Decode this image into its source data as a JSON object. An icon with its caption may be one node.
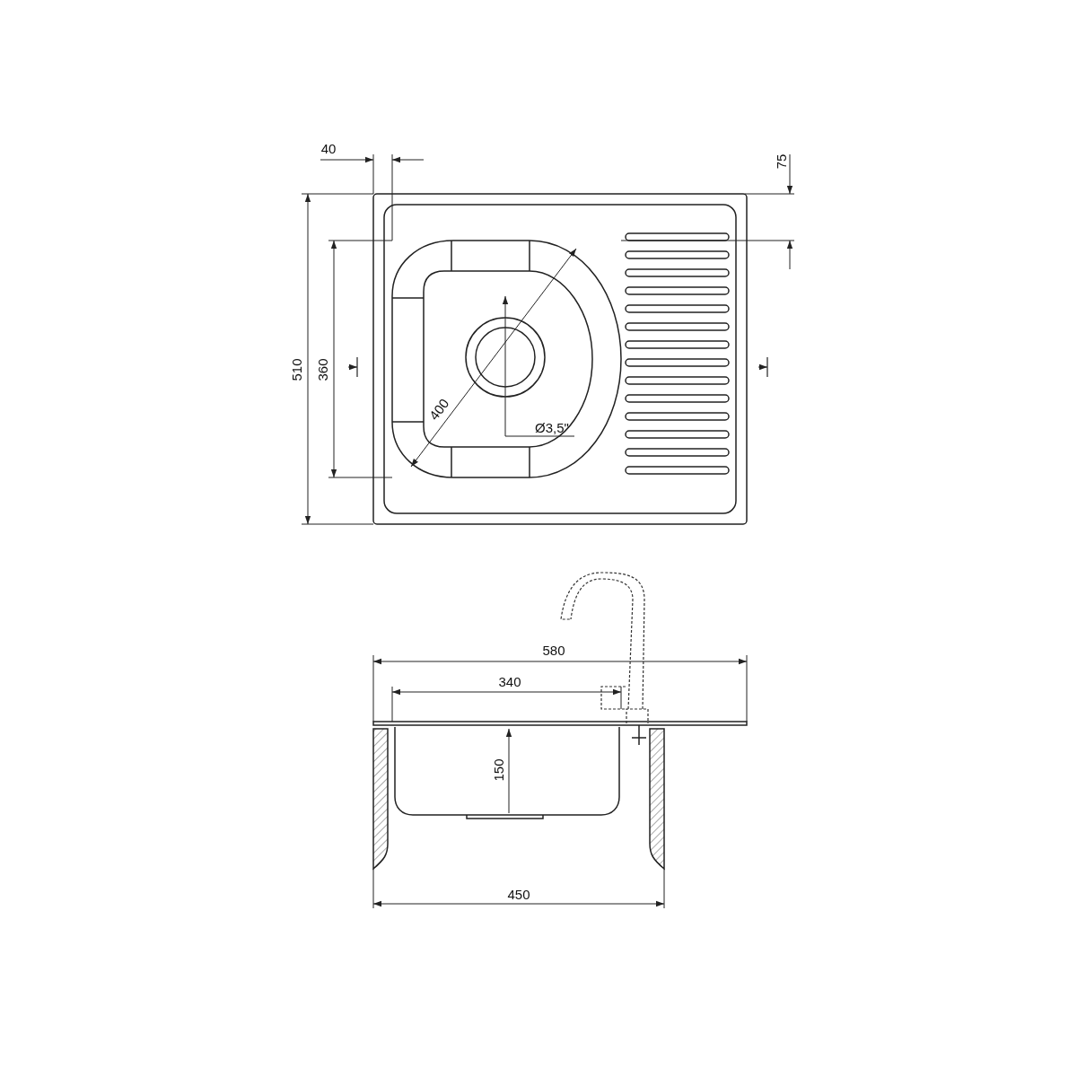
{
  "diagram": {
    "labels": [
      "40",
      "75",
      "510",
      "360",
      "400",
      "Ø3,5\"",
      "580",
      "340",
      "150",
      "450"
    ]
  }
}
